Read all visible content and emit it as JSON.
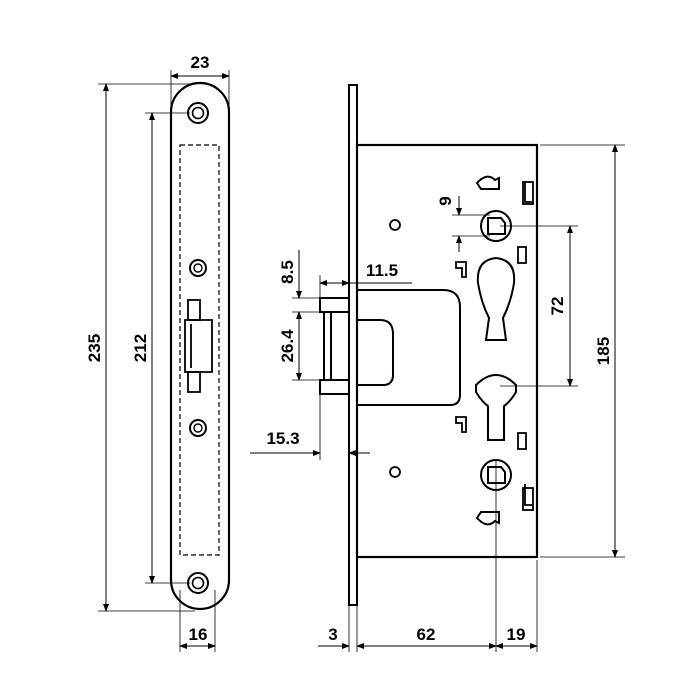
{
  "diagram": {
    "labels": {
      "faceplate_width": "23",
      "faceplate_length": "235",
      "screw_spacing": "212",
      "faceplate_bottom_width": "16",
      "faceplate_thickness": "3",
      "backset": "62",
      "cylinder_offset": "19",
      "case_height": "185",
      "handle_cylinder_distance": "72",
      "follower_size": "9",
      "latch_projection": "11.5",
      "latch_top": "8.5",
      "latch_height": "26.4",
      "latch_offset": "15.3"
    }
  }
}
